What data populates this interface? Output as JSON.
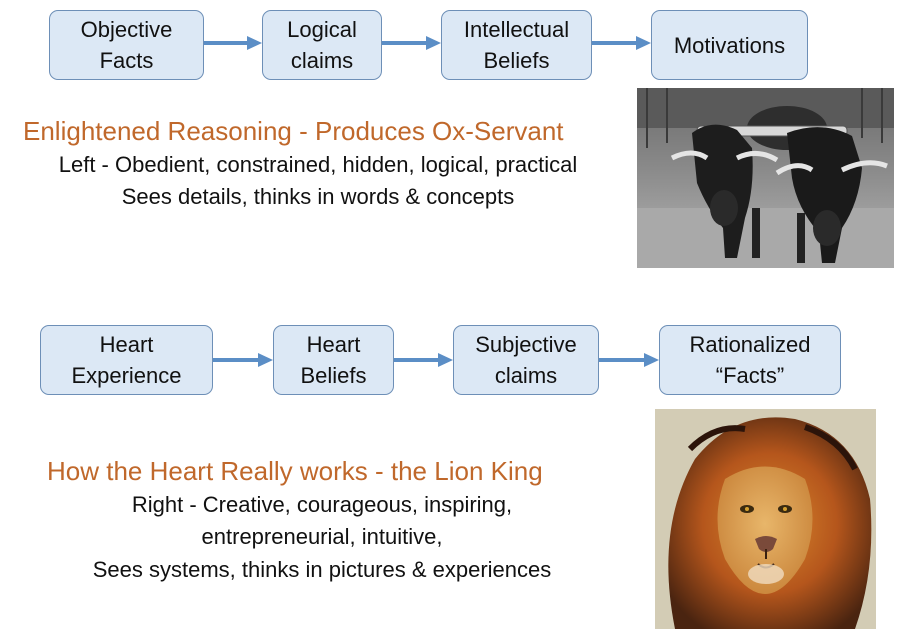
{
  "top_flow": {
    "boxes": [
      "Objective\nFacts",
      "Logical\nclaims",
      "Intellectual\nBeliefs",
      "Motivations"
    ]
  },
  "reasoning": {
    "title": "Enlightened Reasoning - Produces Ox-Servant",
    "line1": "Left - Obedient, constrained, hidden, logical, practical",
    "line2": "Sees details, thinks in words & concepts"
  },
  "bottom_flow": {
    "boxes": [
      "Heart\nExperience",
      "Heart\nBeliefs",
      "Subjective\nclaims",
      "Rationalized\n“Facts”"
    ]
  },
  "heart": {
    "title": "How the Heart Really works - the Lion King",
    "line1": "Right - Creative, courageous, inspiring,",
    "line2": "entrepreneurial, intuitive,",
    "line3": "Sees systems, thinks in pictures & experiences"
  },
  "colors": {
    "box_fill": "#dce8f5",
    "box_border": "#6d8fb7",
    "arrow": "#5b8ec6",
    "heading": "#c0682b"
  },
  "images": [
    "ox-team-photo",
    "lion-photo"
  ]
}
